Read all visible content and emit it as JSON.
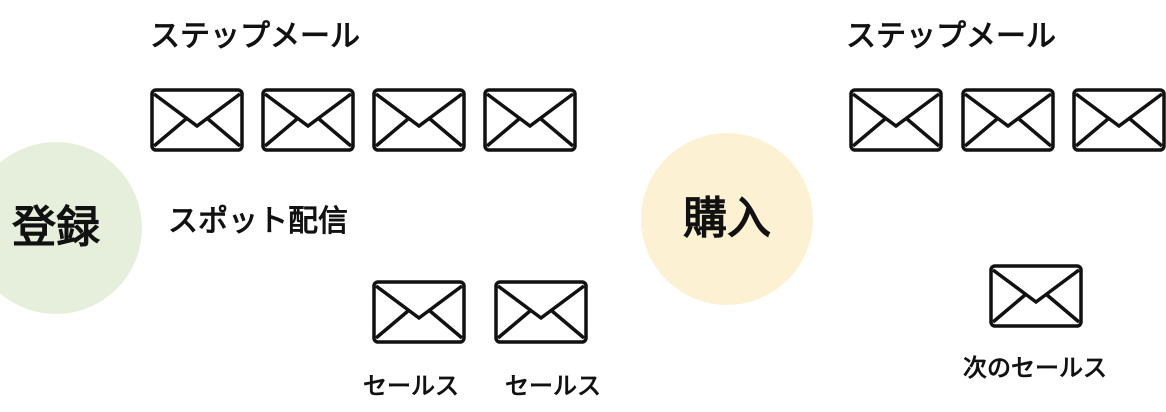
{
  "colors": {
    "register_circle": "#e6efdc",
    "purchase_circle": "#fdf1d4",
    "text": "#111111",
    "envelope_stroke": "#111111"
  },
  "left": {
    "step_mail_label": "ステップメール",
    "spot_delivery_label": "スポット配信",
    "register_label": "登録",
    "step_mail_count": 4,
    "sales_labels": [
      "セールス",
      "セールス"
    ]
  },
  "right": {
    "step_mail_label": "ステップメール",
    "purchase_label": "購入",
    "step_mail_count": 3,
    "next_sales_label": "次のセールス"
  },
  "icons": {
    "mail": "envelope-icon"
  }
}
